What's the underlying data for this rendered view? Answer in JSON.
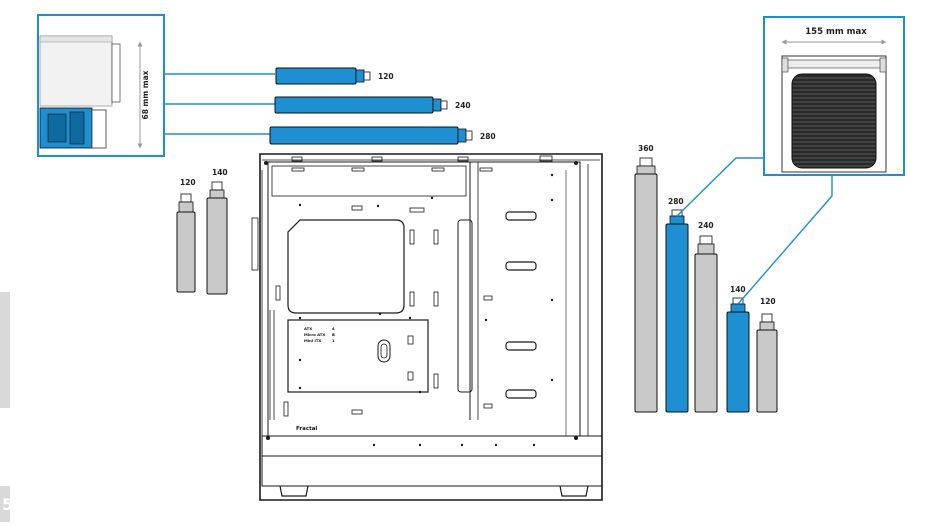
{
  "colors": {
    "accent_blue": "#1e8fd0",
    "radiator_grey": "#c9c9c9",
    "outline": "#1a1a1a",
    "side_tab": "#d9d9d9"
  },
  "top_mount": {
    "height_limit": "68 mm max",
    "radiators": [
      "120",
      "240",
      "280"
    ]
  },
  "front_left_radiators": [
    "120",
    "140"
  ],
  "rear_radiators": [
    {
      "label": "360",
      "highlighted": false
    },
    {
      "label": "280",
      "highlighted": true
    },
    {
      "label": "240",
      "highlighted": false
    },
    {
      "label": "140",
      "highlighted": true
    },
    {
      "label": "120",
      "highlighted": false
    }
  ],
  "detail_box": {
    "width_limit": "155 mm max"
  },
  "case_panel": {
    "form_factors": [
      {
        "name": "ATX",
        "value": "4"
      },
      {
        "name": "Micro ATX",
        "value": "B"
      },
      {
        "name": "Mini ITX",
        "value": "1"
      }
    ],
    "brand": "Fractal"
  },
  "side_tab_number": "5"
}
